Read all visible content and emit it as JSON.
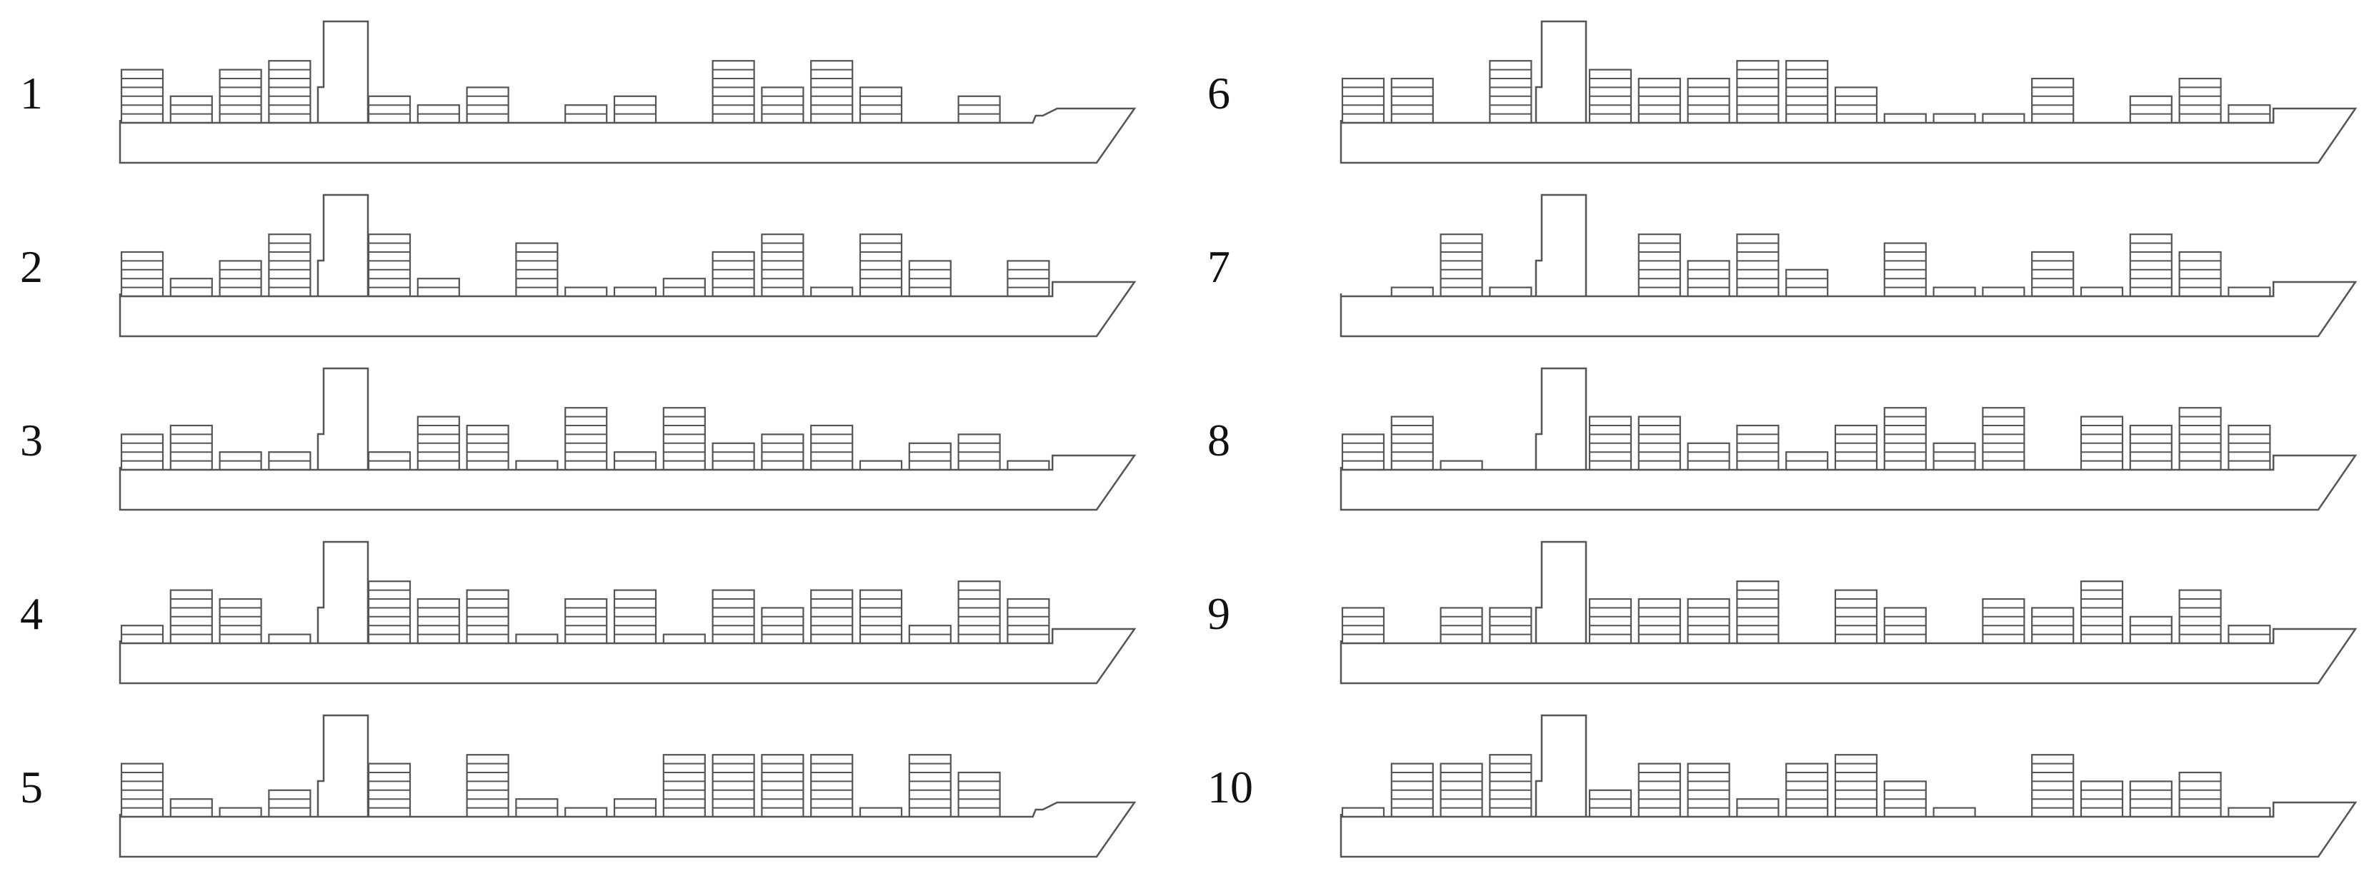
{
  "ships": [
    {
      "label": "1",
      "stacks": [
        6,
        3,
        6,
        7,
        0,
        3,
        2,
        4,
        0,
        2,
        3,
        0,
        7,
        4,
        7,
        4,
        0,
        3
      ],
      "bow": "low"
    },
    {
      "label": "2",
      "stacks": [
        5,
        2,
        4,
        7,
        0,
        7,
        2,
        0,
        6,
        1,
        1,
        2,
        5,
        7,
        1,
        7,
        4,
        0,
        4
      ],
      "bow": "normal"
    },
    {
      "label": "3",
      "stacks": [
        4,
        5,
        2,
        2,
        0,
        2,
        6,
        5,
        1,
        7,
        2,
        7,
        3,
        4,
        5,
        1,
        3,
        4,
        1
      ],
      "bow": "normal"
    },
    {
      "label": "4",
      "stacks": [
        2,
        6,
        5,
        1,
        0,
        7,
        5,
        6,
        1,
        5,
        6,
        1,
        6,
        4,
        6,
        6,
        2,
        7,
        5
      ],
      "bow": "normal"
    },
    {
      "label": "5",
      "stacks": [
        6,
        2,
        1,
        3,
        0,
        6,
        0,
        7,
        2,
        1,
        2,
        7,
        7,
        7,
        7,
        1,
        7,
        5
      ],
      "bow": "low"
    },
    {
      "label": "6",
      "stacks": [
        5,
        5,
        0,
        7,
        0,
        6,
        5,
        5,
        7,
        7,
        4,
        1,
        1,
        1,
        5,
        0,
        3,
        5,
        2
      ],
      "bow": "normal"
    },
    {
      "label": "7",
      "stacks": [
        0,
        1,
        7,
        1,
        0,
        0,
        7,
        4,
        7,
        3,
        0,
        6,
        1,
        1,
        5,
        1,
        7,
        5,
        1
      ],
      "bow": "normal"
    },
    {
      "label": "8",
      "stacks": [
        4,
        6,
        1,
        0,
        0,
        6,
        6,
        3,
        5,
        2,
        5,
        7,
        3,
        7,
        0,
        6,
        5,
        7,
        5
      ],
      "bow": "normal"
    },
    {
      "label": "9",
      "stacks": [
        4,
        0,
        4,
        4,
        0,
        5,
        5,
        5,
        7,
        0,
        6,
        4,
        0,
        5,
        4,
        7,
        3,
        6,
        2
      ],
      "bow": "normal"
    },
    {
      "label": "10",
      "stacks": [
        1,
        6,
        6,
        7,
        0,
        3,
        6,
        6,
        2,
        6,
        7,
        4,
        1,
        0,
        7,
        4,
        4,
        5,
        1
      ],
      "bow": "normal"
    }
  ],
  "colors": {
    "line": "#555555",
    "label": "#111111",
    "background": "#ffffff"
  }
}
